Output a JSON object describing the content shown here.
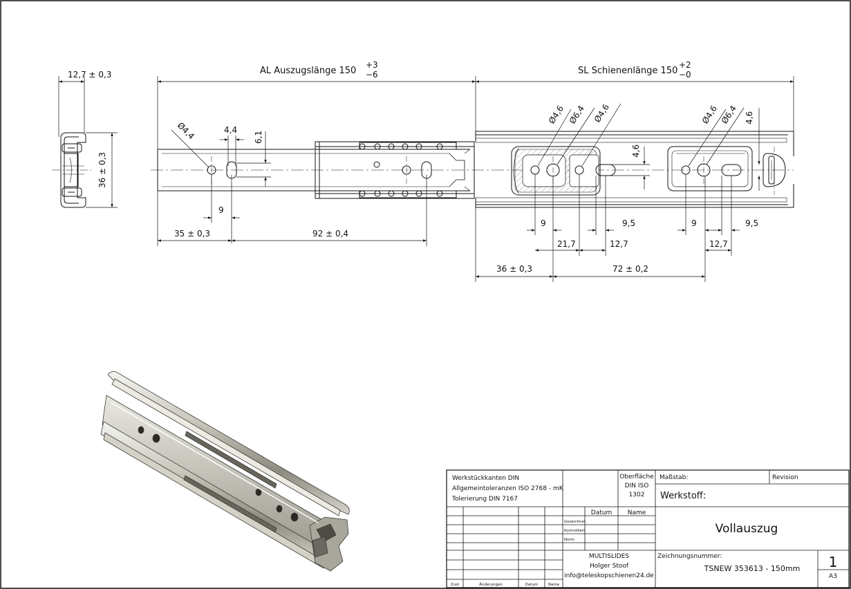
{
  "dimensions": {
    "side_width": "12,7 ± 0,3",
    "side_height": "36 ± 0,3",
    "al_label": "AL Auszugslänge 150",
    "al_tol_plus": "+3",
    "al_tol_minus": "−6",
    "sl_label": "SL Schienenlänge 150",
    "sl_tol_plus": "+2",
    "sl_tol_minus": "−0",
    "d_4_4_hole": "Ø4,4",
    "d_4_4_slot": "4,4",
    "d_6_1": "6,1",
    "d_9_left": "9",
    "d_35": "35 ± 0,3",
    "d_92": "92 ± 0,4",
    "d_4_6_a": "Ø4,6",
    "d_6_4_a": "Ø6,4",
    "d_4_6_b": "Ø4,6",
    "d_4_6_vert": "4,6",
    "d_4_6_c": "Ø4,6",
    "d_6_4_b": "Ø6,4",
    "d_4_6_vert2": "4,6",
    "d_9_mid": "9",
    "d_9_5_mid": "9,5",
    "d_21_7": "21,7",
    "d_12_7_mid": "12,7",
    "d_9_right": "9",
    "d_9_5_right": "9,5",
    "d_12_7_right": "12,7",
    "d_36": "36 ± 0,3",
    "d_72": "72 ± 0,2"
  },
  "title_block": {
    "notes": [
      "Werkstückkanten DIN",
      "Allgemeintoleranzen ISO 2768 - mK",
      "Tolerierung DIN 7167"
    ],
    "oberflaeche": [
      "Oberfläche",
      "DIN ISO",
      "1302"
    ],
    "massstab": "Maßstab:",
    "revision": "Revision",
    "werkstoff": "Werkstoff:",
    "datum_header": "Datum",
    "name_header": "Name",
    "role_gezeichnet": "Gezeichnet",
    "role_kontrolliert": "Kontrolliert",
    "role_norm": "Norm",
    "company": [
      "MULTISLIDES",
      "Holger Stoof",
      "info@teleskopschienen24.de"
    ],
    "title": "Vollauszug",
    "zeichnungsnummer_label": "Zeichnungsnummer:",
    "zeichnungsnummer": "TSNEW 353613 - 150mm",
    "sheet_number": "1",
    "sheet_format": "A3",
    "rev_cols": [
      "Zust",
      "Änderungen",
      "Datum",
      "Name"
    ]
  }
}
